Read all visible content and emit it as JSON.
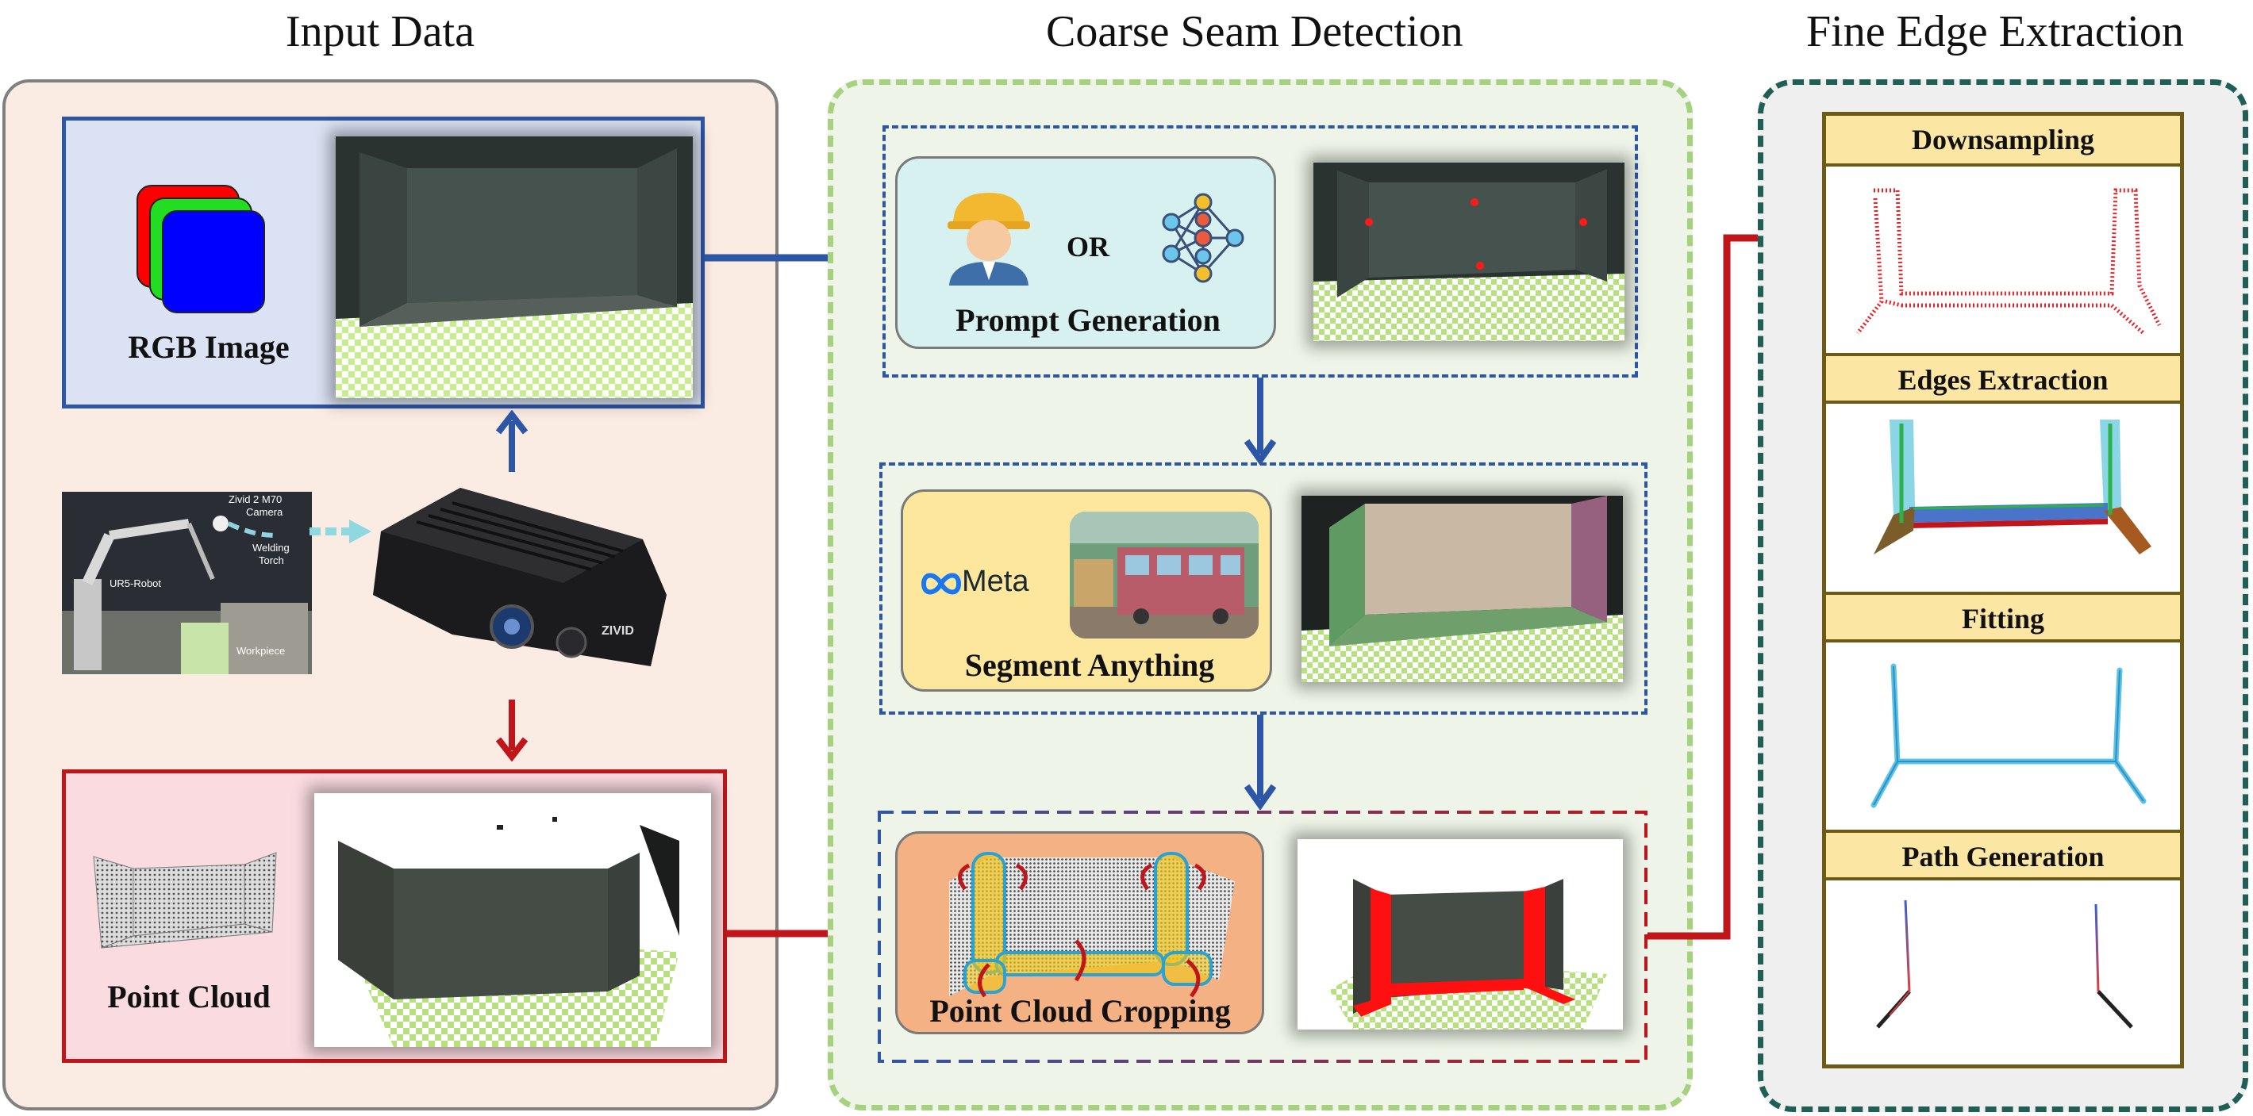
{
  "sections": {
    "input": "Input Data",
    "coarse": "Coarse Seam Detection",
    "fine": "Fine Edge Extraction"
  },
  "input_panel": {
    "rgb_label": "RGB Image",
    "point_cloud_label": "Point Cloud",
    "robot_photo": {
      "camera_label_1": "Zivid 2 M70",
      "camera_label_2": "Camera",
      "torch_label_1": "Welding",
      "torch_label_2": "Torch",
      "robot_label": "UR5-Robot",
      "workpiece_label": "Workpiece"
    },
    "camera_brand": "ZIVID"
  },
  "coarse_panel": {
    "prompt_or": "OR",
    "prompt_label": "Prompt Generation",
    "meta_logo": "Meta",
    "segment_label": "Segment Anything",
    "crop_label": "Point Cloud Cropping"
  },
  "fine_panel": {
    "steps": [
      "Downsampling",
      "Edges Extraction",
      "Fitting",
      "Path Generation"
    ]
  },
  "colors": {
    "blue_arrow": "#2e56a6",
    "red_arrow": "#c0161b",
    "input_bg": "#fbece3",
    "coarse_bg": "#eef4e7",
    "coarse_border": "#a6d17e",
    "fine_border": "#1f5f55",
    "fine_bg": "#efefef"
  },
  "icons": [
    "rgb-layers-icon",
    "worker-icon",
    "neural-network-icon",
    "meta-infinity-icon",
    "camera-device-icon"
  ]
}
